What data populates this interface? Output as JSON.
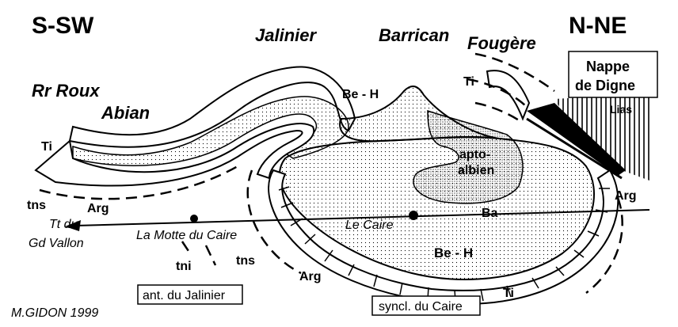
{
  "orientation": {
    "left": "S-SW",
    "right": "N-NE"
  },
  "places": {
    "roux_line1": "Rr Roux",
    "abian": "Abian",
    "jalinier": "Jalinier",
    "barrican": "Barrican",
    "fougere": "Fougère",
    "tt_du": "Tt du",
    "gd_vallon": "Gd Vallon",
    "la_motte": "La Motte du Caire",
    "le_caire": "Le Caire"
  },
  "units": {
    "ti_left": "Ti",
    "ti_right": "Ti",
    "ti_bottom": "Ti",
    "be_h_top": "Be - H",
    "be_h_bottom": "Be - H",
    "apto_1": "apto-",
    "apto_2": "albien",
    "lias": "Lias",
    "arg_left": "Arg",
    "arg_right": "Arg",
    "arg_bottom": "Arg",
    "tns_left": "tns",
    "tns_mid": "tns",
    "tni": "tni",
    "ba": "Ba"
  },
  "boxes": {
    "nappe_1": "Nappe",
    "nappe_2": "de Digne",
    "anticline": "ant. du Jalinier",
    "syncline": "syncl. du Caire"
  },
  "credit": "M.GIDON 1999"
}
